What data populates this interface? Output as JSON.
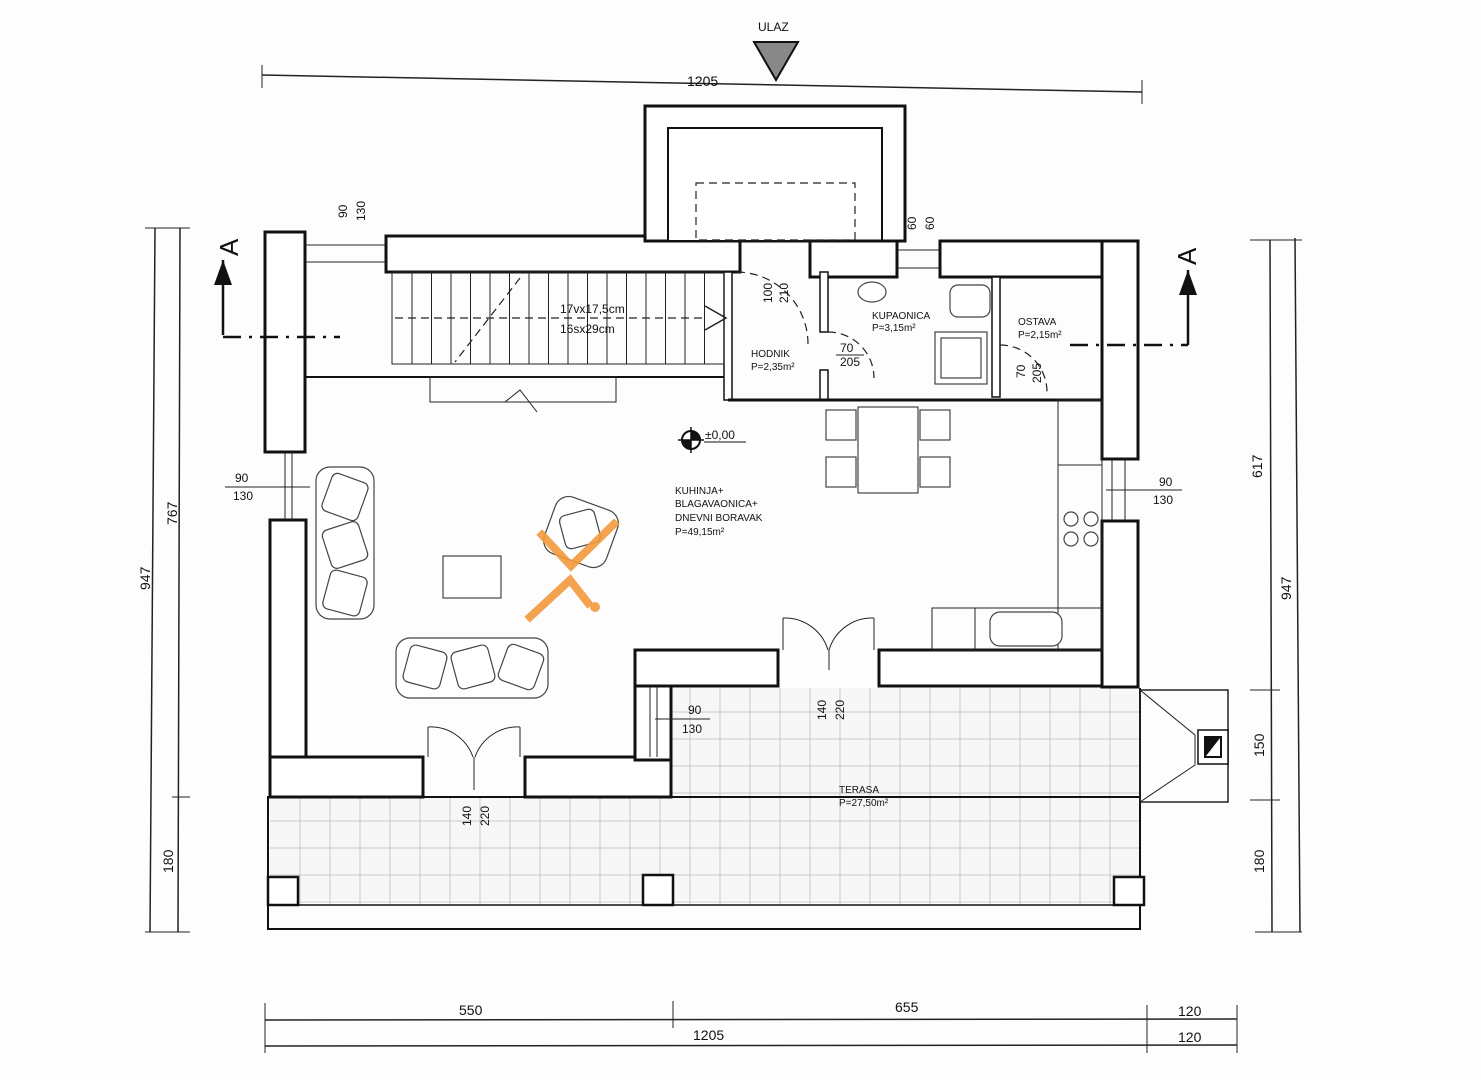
{
  "entrance": {
    "label": "ULAZ"
  },
  "section_marks": {
    "left": "A",
    "right": "A"
  },
  "level_mark": "±0,00",
  "stairs": {
    "line1": "17vx17,5cm",
    "line2": "16sx29cm"
  },
  "rooms": {
    "hallway": {
      "name": "HODNIK",
      "area": "P=2,35m²"
    },
    "bathroom": {
      "name": "KUPAONICA",
      "area": "P=3,15m²"
    },
    "storage": {
      "name": "OSTAVA",
      "area": "P=2,15m²"
    },
    "living": {
      "line1": "KUHINJA+",
      "line2": "BLAGAVAONICA+",
      "line3": "DNEVNI BORAVAK",
      "area": "P=49,15m²"
    },
    "terrace": {
      "name": "TERASA",
      "area": "P=27,50m²"
    }
  },
  "dimensions": {
    "top_total": "1205",
    "bottom_left": "550",
    "bottom_mid": "655",
    "bottom_right": "120",
    "bottom_total": "1205",
    "bottom_total_right": "120",
    "left_outer": "947",
    "left_inner": "767",
    "left_bottom": "180",
    "right_upper": "617",
    "right_outer": "947",
    "right_mid": "150",
    "right_bottom": "180"
  },
  "openings": {
    "top_left_window": {
      "w": "90",
      "h": "130"
    },
    "top_entry_window": {
      "w": "60",
      "h": "60"
    },
    "hall_door": {
      "w": "100",
      "h": "210"
    },
    "bath_door": {
      "w": "70",
      "h": "205"
    },
    "storage_door": {
      "w": "70",
      "h": "205"
    },
    "left_window": {
      "w": "90",
      "h": "130"
    },
    "right_window": {
      "w": "90",
      "h": "130"
    },
    "terrace_door_upper": {
      "w": "140",
      "h": "220"
    },
    "terrace_window": {
      "w": "90",
      "h": "130"
    },
    "terrace_door_lower": {
      "w": "140",
      "h": "220"
    }
  },
  "colors": {
    "logo": "#f39a3c",
    "wall": "#111111",
    "paper": "#fdfdfd"
  }
}
